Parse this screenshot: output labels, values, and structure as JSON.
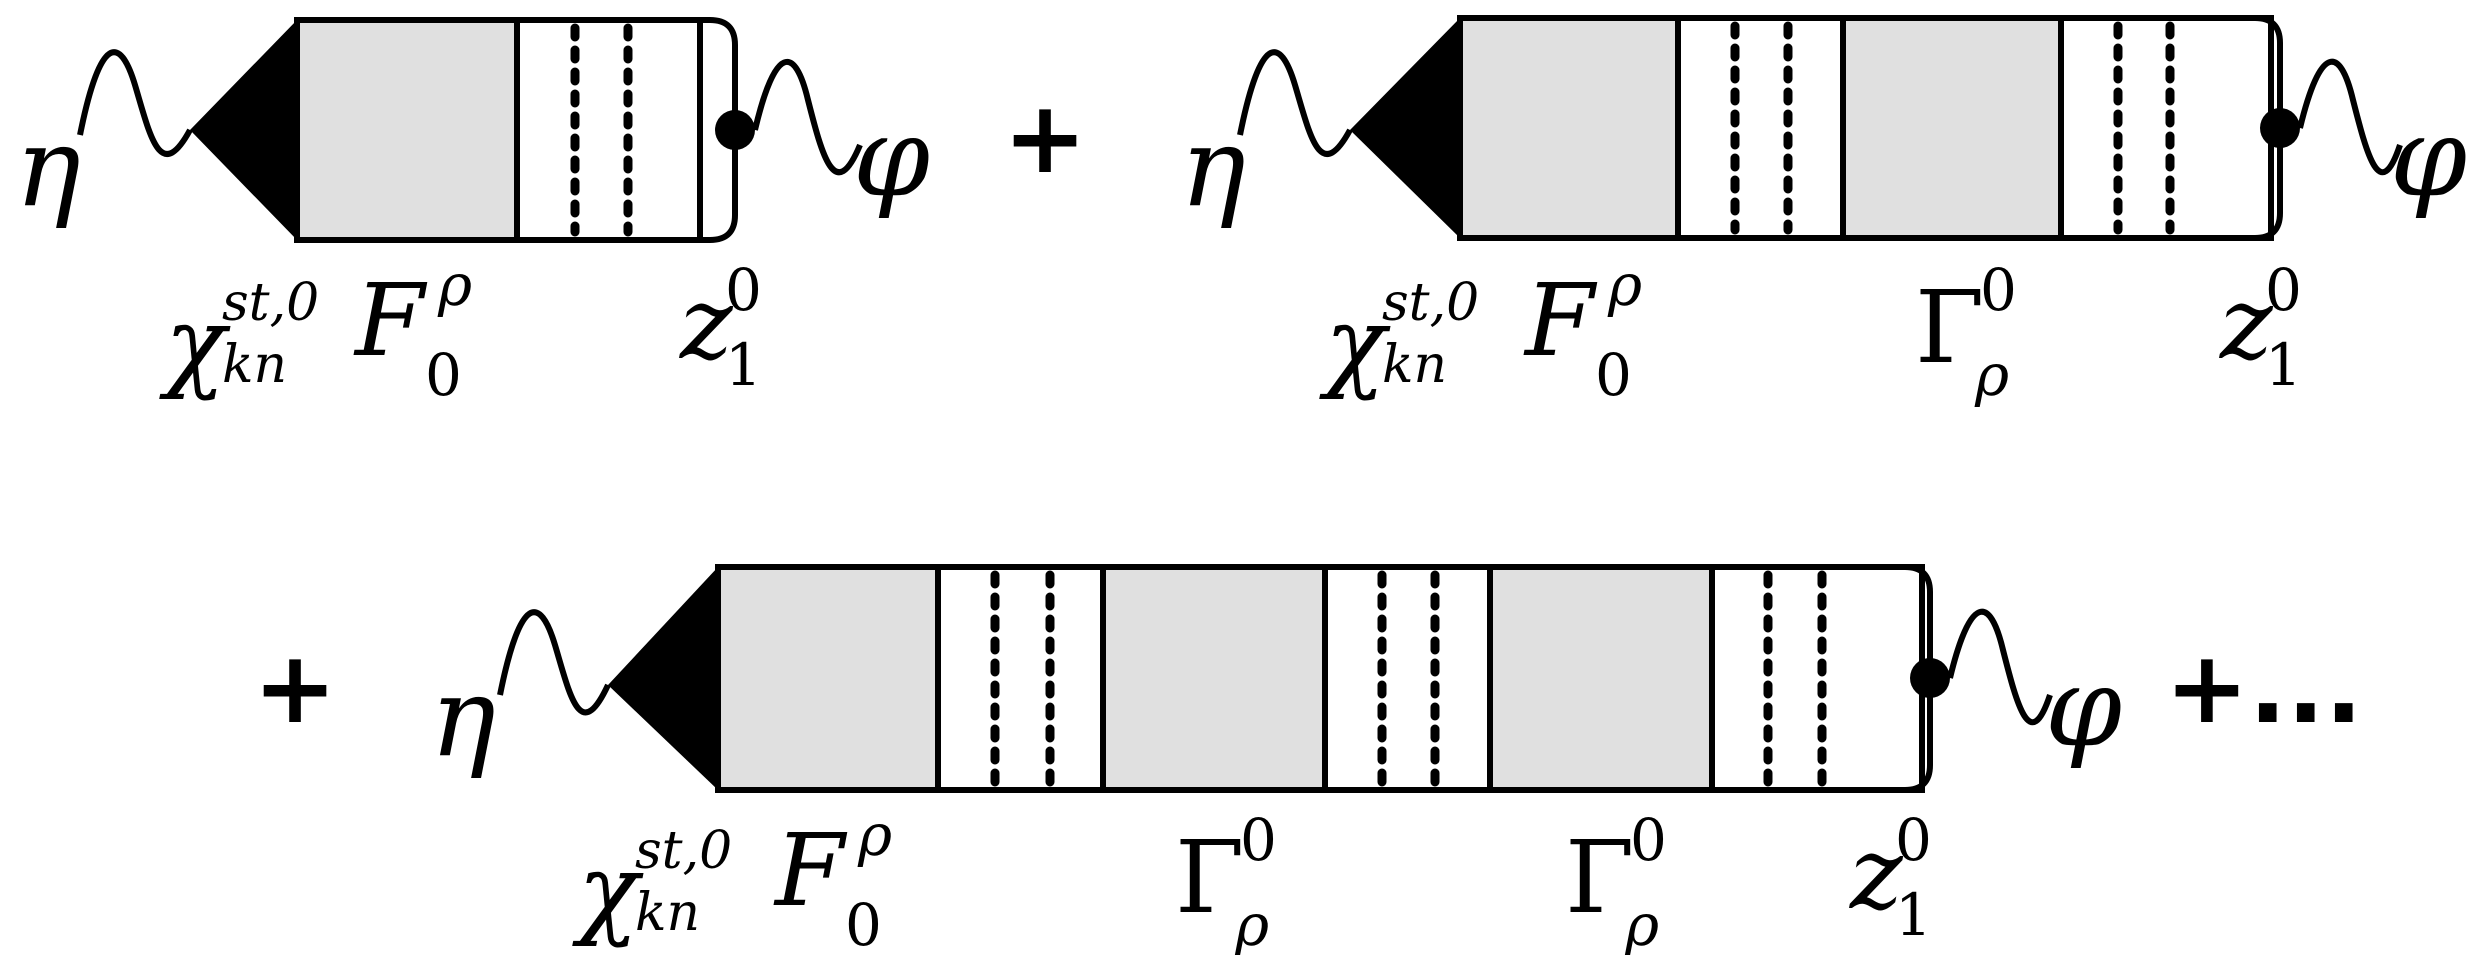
{
  "symbols": {
    "incoming": "η",
    "outgoing": "φ",
    "chi": {
      "base": "χ",
      "sup": "st,0",
      "sub": "kn"
    },
    "F": {
      "base": "F",
      "sup": "ρ",
      "sub": "0"
    },
    "Gamma": {
      "base": "Γ",
      "sup": "0",
      "sub": "ρ"
    },
    "z": {
      "base": "z",
      "sup": "0",
      "sub": "1"
    }
  },
  "operators": {
    "plus": "+",
    "ellipsis": "+..."
  },
  "diagrams": [
    {
      "name": "diagram-term-1",
      "gamma_insertions": 0
    },
    {
      "name": "diagram-term-2",
      "gamma_insertions": 1
    },
    {
      "name": "diagram-term-3",
      "gamma_insertions": 2
    }
  ],
  "colors": {
    "line": "#000000",
    "shaded_block": "#e0e0e0",
    "ladder_block": "#ffffff"
  }
}
